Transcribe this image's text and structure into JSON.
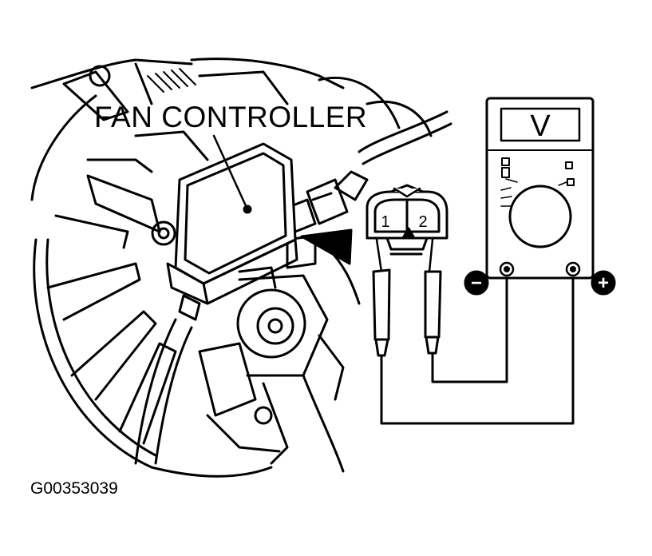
{
  "diagram": {
    "callout_label": "FAN CONTROLLER",
    "figure_id": "G00353039",
    "connector_pins": [
      "1",
      "2"
    ],
    "meter_display": "V",
    "meter_terminals": [
      "−",
      "+"
    ]
  }
}
